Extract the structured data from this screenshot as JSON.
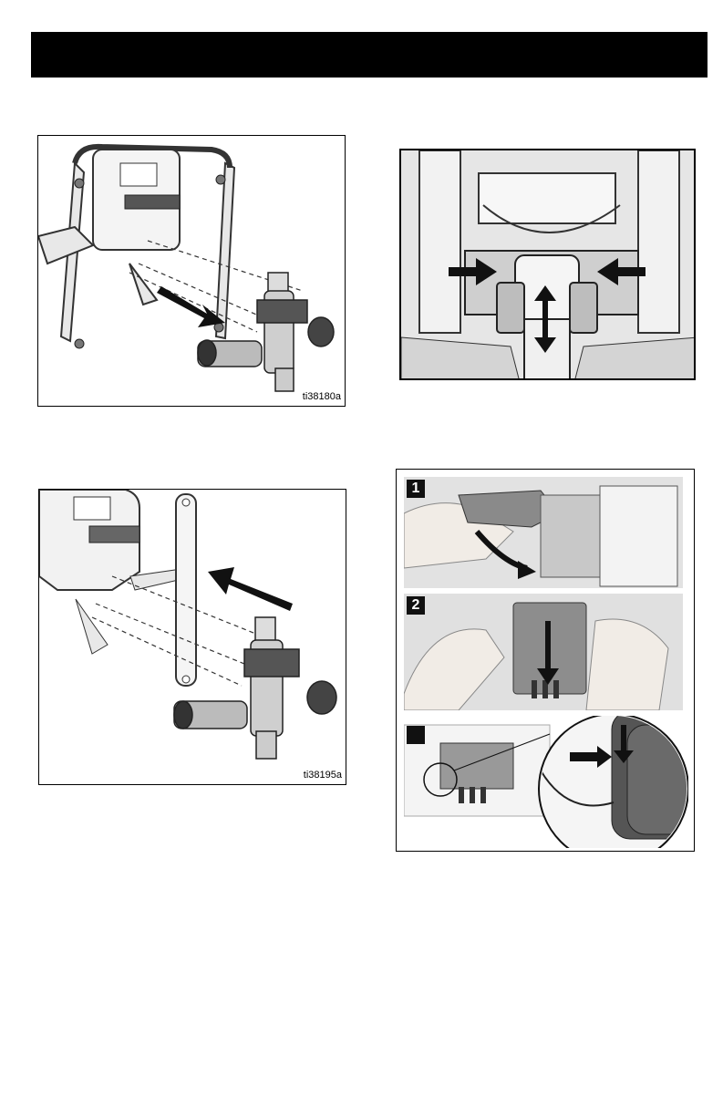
{
  "header": {
    "title": ""
  },
  "figures": {
    "fig1": {
      "id": "ti38180a"
    },
    "fig2": {
      "id": ""
    },
    "fig3": {
      "id": "ti38195a"
    },
    "fig4": {
      "steps": [
        "1",
        "2",
        ""
      ]
    }
  }
}
